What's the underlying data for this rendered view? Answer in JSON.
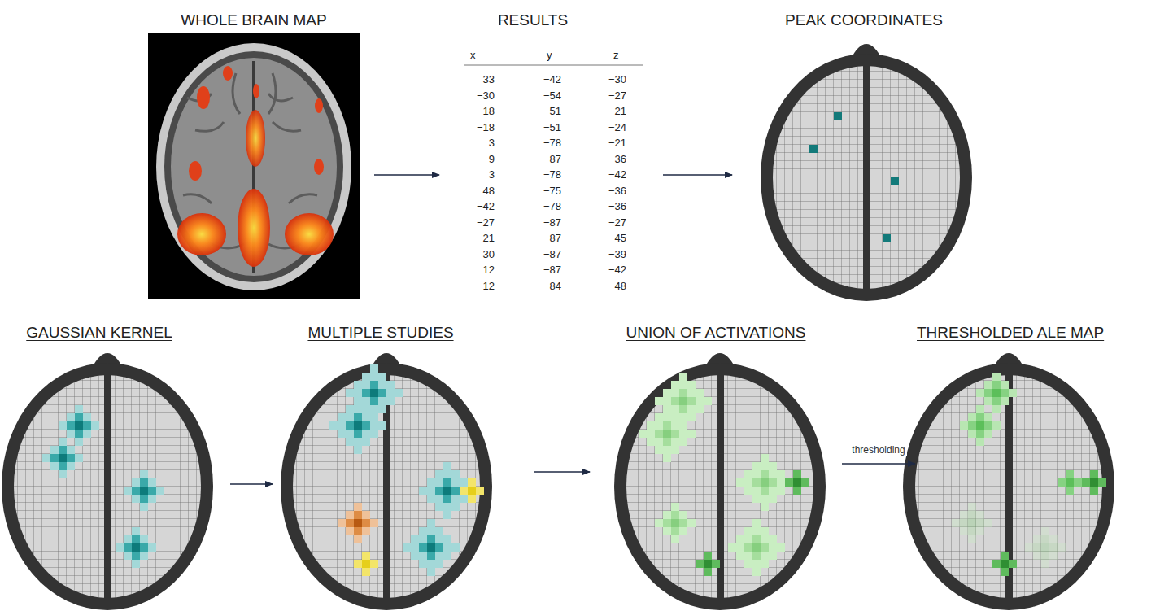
{
  "diagram": {
    "nodes": [
      {
        "text": [
          "WHOLE BRAIN MAP"
        ]
      },
      {
        "text": [
          "RESULTS"
        ]
      },
      {
        "text": [
          "PEAK COORDINATES"
        ]
      },
      {
        "text": [
          "GAUSSIAN KERNEL"
        ]
      },
      {
        "text": [
          "MULTIPLE STUDIES"
        ]
      },
      {
        "text": [
          "UNION OF ACTIVATIONS"
        ]
      },
      {
        "text": [
          "THRESHOLDED ALE MAP"
        ]
      }
    ],
    "edges": [
      {
        "from": 0,
        "to": 1,
        "arrow": "to"
      },
      {
        "from": 1,
        "to": 2,
        "arrow": "to"
      },
      {
        "from": 3,
        "to": 4,
        "arrow": "to"
      },
      {
        "from": 4,
        "to": 5,
        "arrow": "to"
      },
      {
        "from": 5,
        "to": 6,
        "label": "thresholding",
        "arrow": "to"
      }
    ],
    "labels": [
      "x",
      "y",
      "z",
      "33",
      "−42",
      "−30",
      "−30",
      "−54",
      "−27",
      "18",
      "−51",
      "−21",
      "−18",
      "−51",
      "−24",
      "3",
      "−78",
      "−21",
      "9",
      "−87",
      "−36",
      "3",
      "−78",
      "−42",
      "48",
      "−75",
      "−36",
      "−42",
      "−78",
      "−36",
      "−27",
      "−87",
      "−27",
      "21",
      "−87",
      "−45",
      "30",
      "−87",
      "−39",
      "12",
      "−87",
      "−42",
      "−12",
      "−84",
      "−48"
    ]
  }
}
